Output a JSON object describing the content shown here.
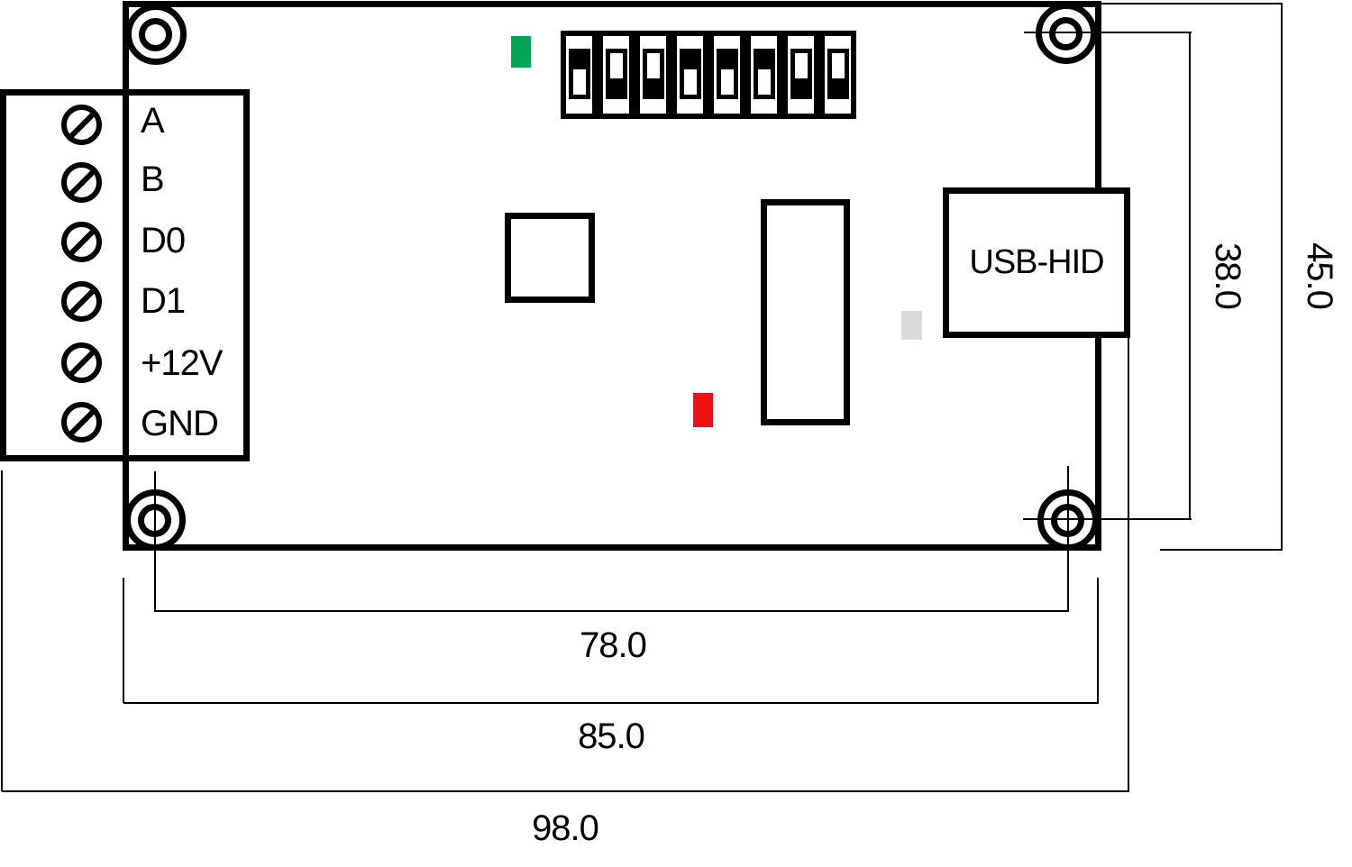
{
  "diagram": {
    "title": "usb-reader-board-dimension-drawing"
  },
  "terminal_block": {
    "labels": [
      "A",
      "B",
      "D0",
      "D1",
      "+12V",
      "GND"
    ],
    "screw_count": 6
  },
  "dip_switch": {
    "count": 8,
    "positions": [
      "down",
      "up",
      "up",
      "down",
      "down",
      "down",
      "up",
      "up"
    ]
  },
  "usb_connector": {
    "label": "USB-HID"
  },
  "leds": {
    "green": {
      "color": "#00a651"
    },
    "red": {
      "color": "#ee1111"
    },
    "gray": {
      "color": "#d9d9d9"
    }
  },
  "colors": {
    "outline": "#000000",
    "background": "#ffffff",
    "led_green": "#00a651",
    "led_red": "#ee1111",
    "pad_gray": "#d9d9d9"
  },
  "dimensions": {
    "hole_span_width": {
      "value": "78.0"
    },
    "board_width": {
      "value": "85.0"
    },
    "total_width": {
      "value": "98.0"
    },
    "hole_span_height": {
      "value": "38.0"
    },
    "board_height": {
      "value": "45.0"
    }
  }
}
